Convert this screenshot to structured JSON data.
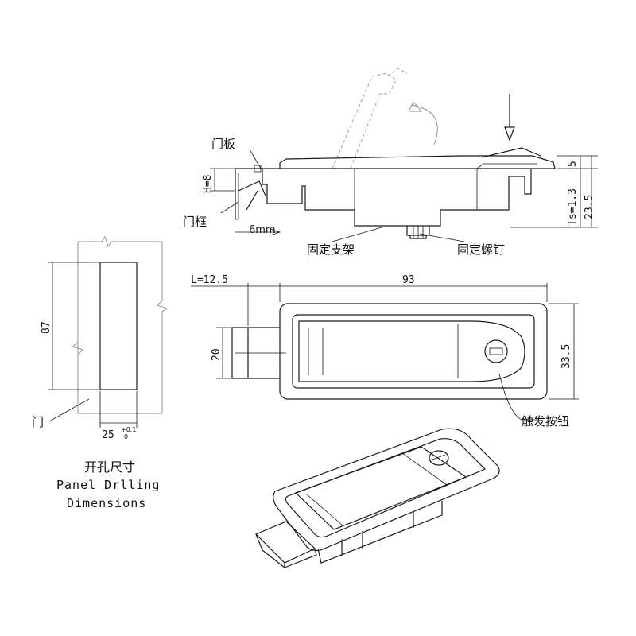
{
  "side_view": {
    "label_door_panel": "门板",
    "label_door_frame": "门框",
    "label_fixing_bracket": "固定支架",
    "label_fixing_screw": "固定螺钉",
    "dim_h": "H=8",
    "dim_6mm": "6mm",
    "dim_5": "5",
    "dim_ts": "Ts=1.3",
    "dim_23_5": "23.5"
  },
  "top_view": {
    "dim_l": "L=12.5",
    "dim_93": "93",
    "dim_20": "20",
    "dim_33_5": "33.5",
    "label_trigger_button": "触发按钮"
  },
  "panel_cutout": {
    "dim_87": "87",
    "dim_25": "25",
    "tol_upper": "+0.1",
    "tol_lower": "0",
    "label_door": "门",
    "title_cn": "开孔尺寸",
    "title_en_line1": "Panel Drlling",
    "title_en_line2": "Dimensions"
  }
}
